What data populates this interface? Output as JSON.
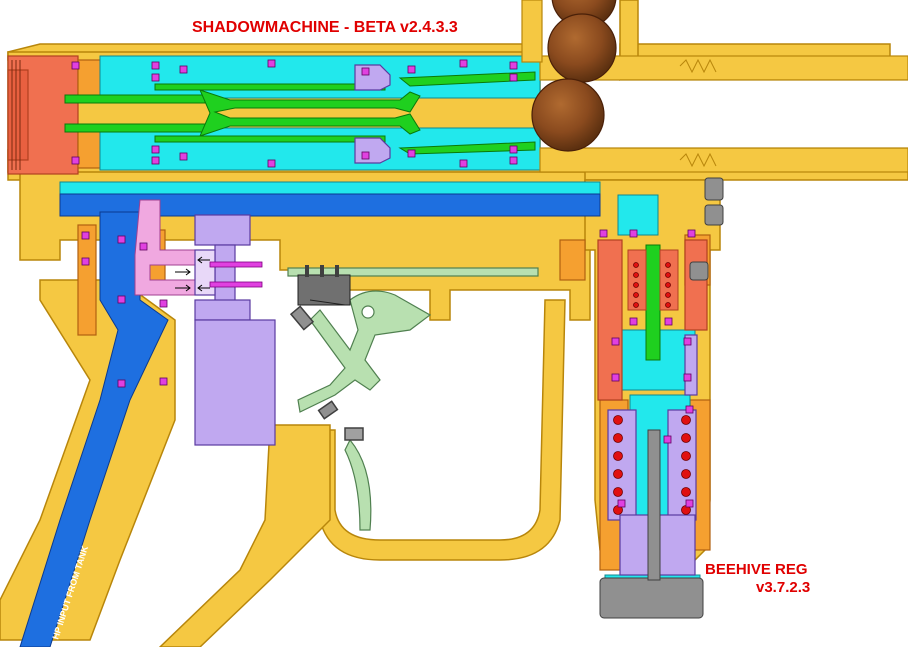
{
  "title": "SHADOWMACHINE - BETA v2.4.3.3",
  "reg_label_line1": "BEEHIVE REG",
  "reg_label_line2": "v3.7.2.3",
  "input_label": "HP INPUT FROM TANK",
  "colors": {
    "body": "#f5c842",
    "body_outline": "#b8860b",
    "air": "#22e8ec",
    "hp_air": "#1e6fe0",
    "bolt": "#1fd01f",
    "rear_cap": "#f07050",
    "orange": "#f5a030",
    "valve": "#c0a8f0",
    "lowp": "#f0a8e0",
    "trigger": "#b8e0b0",
    "oring": "#e040e0",
    "ball": "#8a4a1e",
    "steel": "#909090",
    "spring": "#e01010",
    "label": "#e00000"
  }
}
